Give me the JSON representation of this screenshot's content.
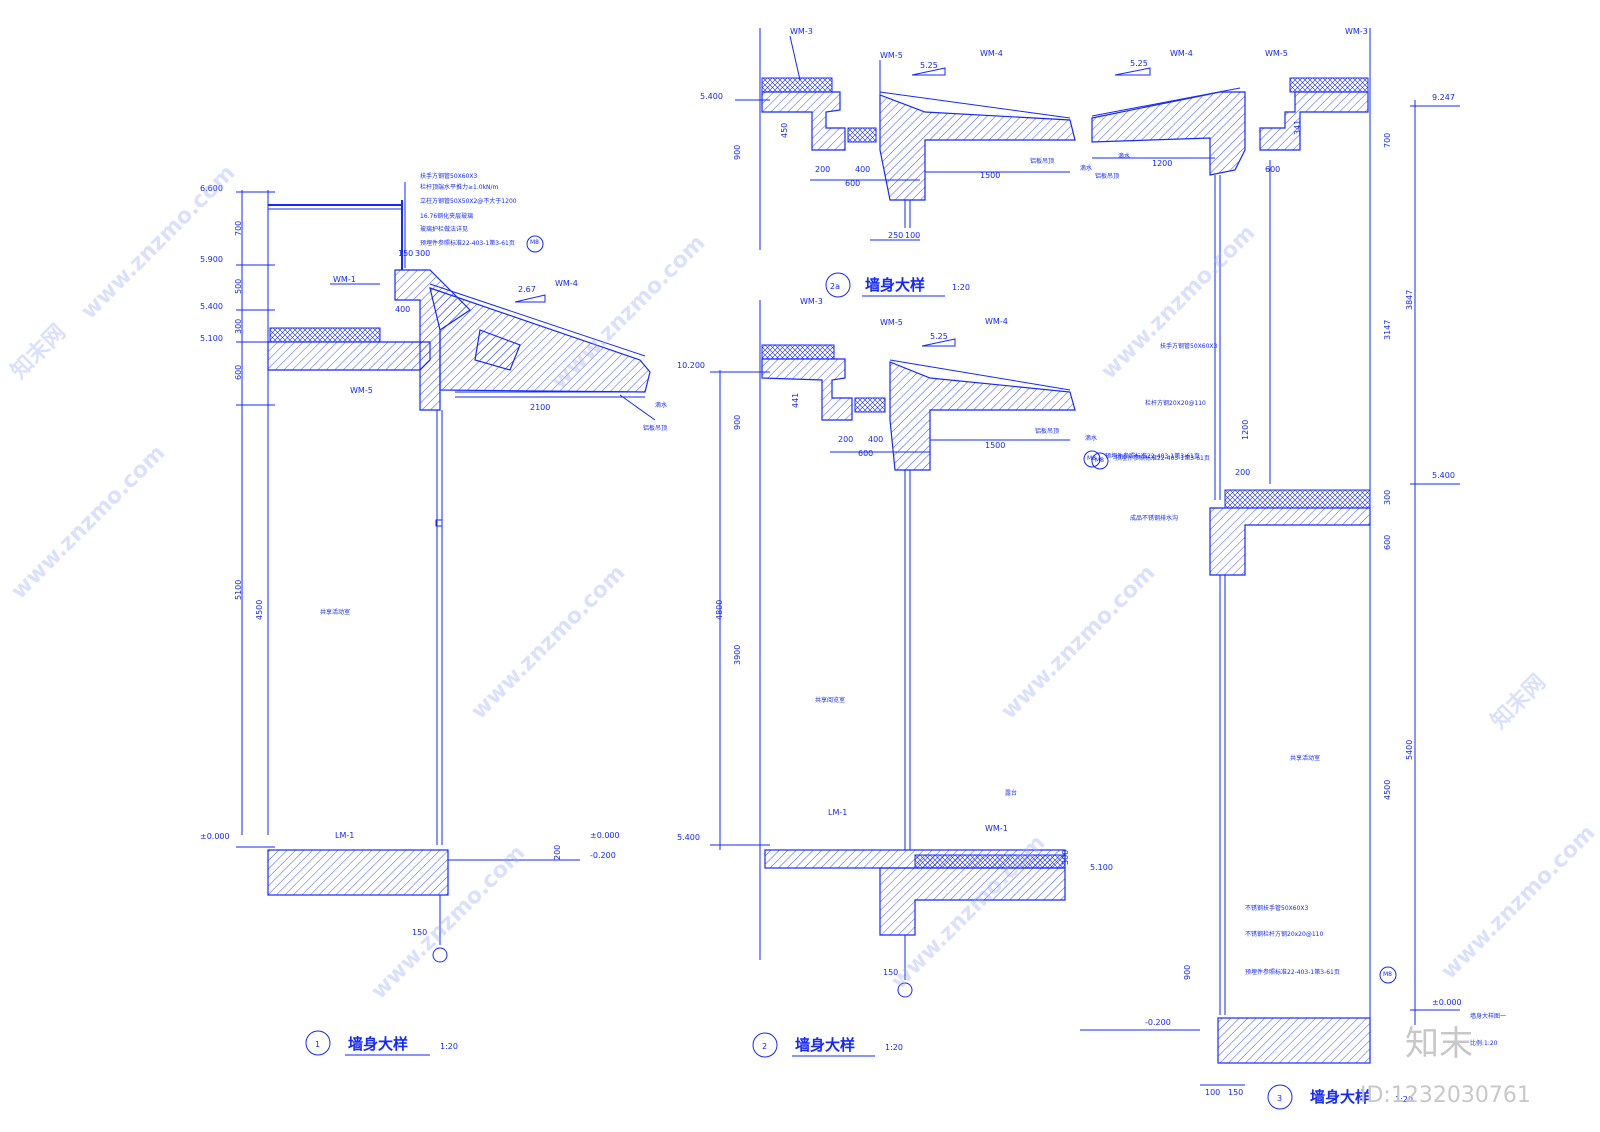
{
  "detail1": {
    "number": "1",
    "title": "墙身大样",
    "scale": "1:20",
    "elevations": [
      "6.600",
      "5.900",
      "5.400",
      "5.100",
      "±0.000"
    ],
    "dims_vertical": [
      "700",
      "500",
      "300",
      "600",
      "5100",
      "4500"
    ],
    "dims_horizontal": [
      "150",
      "300",
      "400",
      "2100"
    ],
    "ground_dims": [
      "±0.000",
      "-0.200",
      "200"
    ],
    "slope": "2.67",
    "labels": {
      "wm1": "WM-1",
      "wm4": "WM-4",
      "wm5": "WM-5",
      "lm1": "LM-1",
      "drip": "滴水",
      "soffit": "铝板吊顶",
      "room": "共享活动室"
    },
    "notes": [
      "扶手方钢管50X60X3",
      "栏杆顶端水平推力≥1.0kN/m",
      "立柱方钢管50X50X2@不大于1200",
      "16.76钢化夹层玻璃",
      "玻璃护栏做法详见",
      "预埋件参照标准22-403-1第3-61页"
    ],
    "tag": "M8"
  },
  "detail2": {
    "number": "2",
    "title": "墙身大样",
    "scale": "1:20",
    "elevations": [
      "10.200",
      "5.400"
    ],
    "dims_vertical": [
      "441",
      "900",
      "4800",
      "3900",
      "300"
    ],
    "dims_horizontal": [
      "200",
      "400",
      "600",
      "1500",
      "150"
    ],
    "slope": "5.25",
    "labels": {
      "wm3": "WM-3",
      "wm4": "WM-4",
      "wm5": "WM-5",
      "wm1": "WM-1",
      "lm1": "LM-1",
      "drip": "滴水",
      "soffit": "铝板吊顶",
      "room": "共享阅览室",
      "terrace": "露台",
      "elev_right": "5.100"
    },
    "note": "预埋件参照标准22-403-1第3-61页",
    "tag": "M8"
  },
  "detail2a": {
    "number": "2a",
    "title": "墙身大样",
    "scale": "1:20",
    "elevations": [
      "5.400"
    ],
    "dims_vertical": [
      "900",
      "450"
    ],
    "dims_horizontal": [
      "200",
      "400",
      "600",
      "1500",
      "250",
      "100"
    ],
    "slope": "5.25",
    "labels": {
      "wm3": "WM-3",
      "wm4": "WM-4",
      "wm5": "WM-5",
      "drip": "滴水",
      "soffit": "铝板吊顶"
    }
  },
  "detail3": {
    "number": "3",
    "title": "墙身大样",
    "scale": "1:20",
    "elevations": [
      "9.247",
      "5.400",
      "±0.000",
      "-0.200"
    ],
    "dims_vertical": [
      "700",
      "3847",
      "3147",
      "300",
      "600",
      "5400",
      "4500",
      "900",
      "341"
    ],
    "dims_horizontal": [
      "1200",
      "600",
      "200",
      "100",
      "150"
    ],
    "slope": "5.25",
    "labels": {
      "wm3": "WM-3",
      "wm4": "WM-4",
      "wm5": "WM-5",
      "drip": "滴水",
      "soffit": "铝板吊顶",
      "room": "共享活动室",
      "gutter": "成品不锈钢排水沟"
    },
    "notes": [
      "扶手方钢管50X60X3",
      "栏杆方钢20X20@110",
      "预埋件参照标准22-403-1第3-61页",
      "不锈钢扶手管50X60X3",
      "不锈钢栏杆方钢20x20@110"
    ],
    "height": "1200",
    "tag": "M8"
  },
  "sheet_note": {
    "title": "墙身大样图一",
    "scale": "比例:1:20"
  },
  "watermark": {
    "site": "www.znzmo.com",
    "brand": "知末网"
  },
  "logo": {
    "text": "知末",
    "id": "ID:1232030761"
  },
  "colors": {
    "line": "#1428ff",
    "background": "#ffffff"
  }
}
